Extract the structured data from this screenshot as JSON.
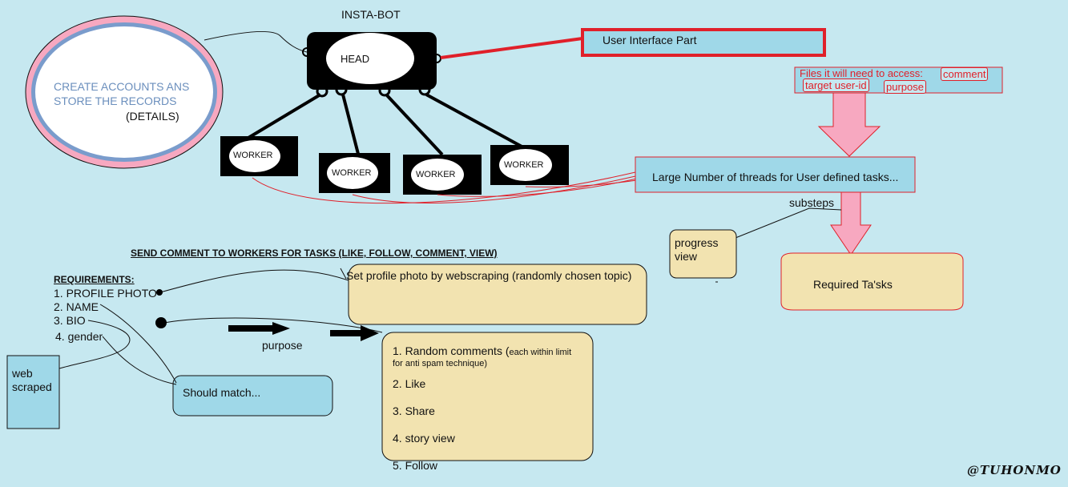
{
  "diagram": {
    "title": "INSTA-BOT",
    "head_label": "HEAD",
    "worker_label": "WORKER",
    "accounts_line1": "CREATE ACCOUNTS ANS",
    "accounts_line2": "STORE THE RECORDS",
    "accounts_details": "(DETAILS)",
    "ui_part_label": "User Interface Part",
    "files_label": "Files it will need to access:",
    "files_tags": [
      "comment",
      "target user-id",
      "purpose"
    ],
    "threads_label": "Large Number of threads for User defined tasks...",
    "substeps_label": "substeps",
    "progress_line1": "progress",
    "progress_line2": "view",
    "required_tasks_label": "Required Ta'sks",
    "send_comment_heading": "SEND COMMENT TO WORKERS FOR TASKS (LIKE, FOLLOW, COMMENT, VIEW)",
    "requirements_heading": "REQUIREMENTS:",
    "requirements": [
      "1. PROFILE PHOTO",
      "2. NAME",
      "3. BIO",
      "4. gender"
    ],
    "web_scraped_line1": "web",
    "web_scraped_line2": "scraped",
    "should_match_label": "Should match...",
    "profile_photo_text": "Set profile photo by webscraping (randomly chosen topic)",
    "purpose_label": "purpose",
    "tasks": {
      "item1_main": "1. Random comments (",
      "item1_small_a": "each within limit",
      "item1_small_b": "for anti spam technique)",
      "item2": "2. Like",
      "item3": "3. Share",
      "item4": "4. story view",
      "item5": "5. Follow"
    },
    "signature": "@TUHONMO"
  },
  "colors": {
    "background": "#c6e8f0",
    "blue_box": "#9fd8e8",
    "tan_box": "#f2e3b0",
    "red": "#e0202a",
    "pink": "#f7a8c0",
    "accounts_text": "#6b8fbd"
  }
}
